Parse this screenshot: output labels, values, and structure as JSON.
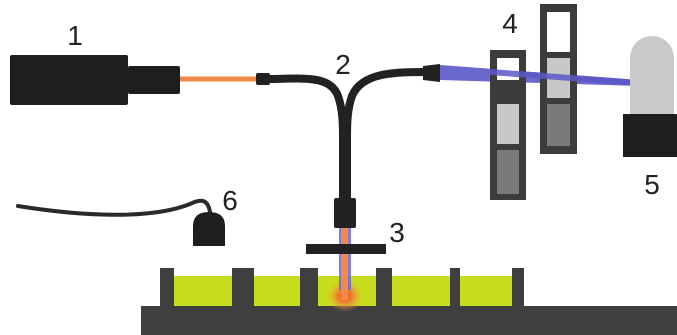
{
  "labels": {
    "one": "1",
    "two": "2",
    "three": "3",
    "four": "4",
    "five": "5",
    "six": "6"
  },
  "colors": {
    "background": "#ffffff",
    "device": "#1e1e1e",
    "fiber": "#222222",
    "excitation_beam": "#f08a4b",
    "emission_beam": "#5a57c8",
    "filter_frame": "#3c3c3c",
    "filter_light": "#c8c8c8",
    "filter_dark": "#7a7a7a",
    "detector_window": "#c9c9c9",
    "well_plate": "#3f3f3f",
    "well_liquid": "#c6dd1e",
    "fluorescence_glow": "#f05a1e"
  },
  "icons": {
    "light-source": "rectangular-box",
    "bifurcated-fiber": "y-fiber-bundle",
    "probe-holder": "horizontal-clamp",
    "filter-set": "stacked-filter-cuvettes",
    "photodetector": "domed-detector",
    "temperature-probe": "cabled-sensor",
    "microplate": "well-plate-cross-section"
  }
}
